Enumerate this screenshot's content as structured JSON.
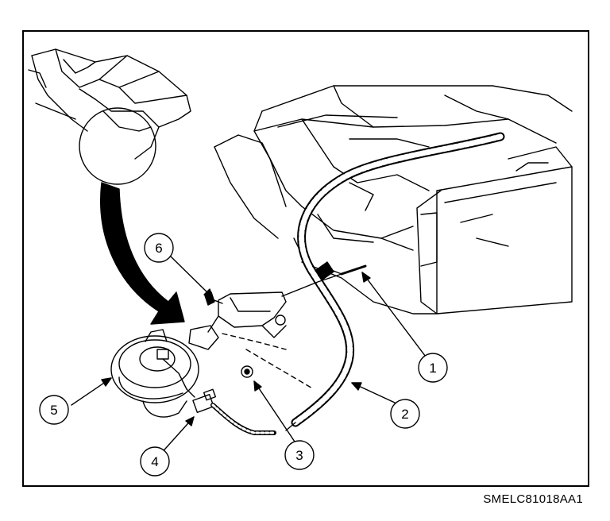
{
  "callouts": [
    {
      "id": "1",
      "label": "1"
    },
    {
      "id": "2",
      "label": "2"
    },
    {
      "id": "3",
      "label": "3"
    },
    {
      "id": "4",
      "label": "4"
    },
    {
      "id": "5",
      "label": "5"
    },
    {
      "id": "6",
      "label": "6"
    }
  ],
  "figure_code": "SMELC81018AA1",
  "colors": {
    "line": "#000000",
    "background": "#ffffff"
  }
}
